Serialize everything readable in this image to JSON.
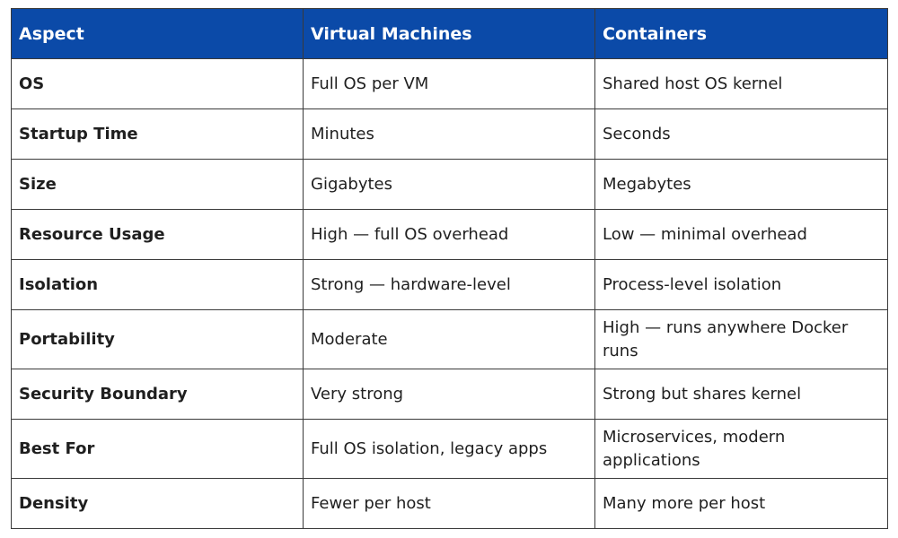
{
  "table": {
    "headers": [
      "Aspect",
      "Virtual Machines",
      "Containers"
    ],
    "rows": [
      {
        "aspect": "OS",
        "vm": "Full OS per VM",
        "containers": "Shared host OS kernel"
      },
      {
        "aspect": "Startup Time",
        "vm": "Minutes",
        "containers": "Seconds"
      },
      {
        "aspect": "Size",
        "vm": "Gigabytes",
        "containers": "Megabytes"
      },
      {
        "aspect": "Resource Usage",
        "vm": "High — full OS overhead",
        "containers": "Low — minimal overhead"
      },
      {
        "aspect": "Isolation",
        "vm": "Strong — hardware-level",
        "containers": "Process-level isolation"
      },
      {
        "aspect": "Portability",
        "vm": "Moderate",
        "containers": "High — runs anywhere Docker runs"
      },
      {
        "aspect": "Security Boundary",
        "vm": "Very strong",
        "containers": "Strong but shares kernel"
      },
      {
        "aspect": "Best For",
        "vm": "Full OS isolation, legacy apps",
        "containers": "Microservices, modern applications"
      },
      {
        "aspect": "Density",
        "vm": "Fewer per host",
        "containers": "Many more per host"
      }
    ]
  },
  "colors": {
    "header_background": "#0b4aa8",
    "header_text": "#ffffff",
    "border": "#3a3a3a"
  }
}
